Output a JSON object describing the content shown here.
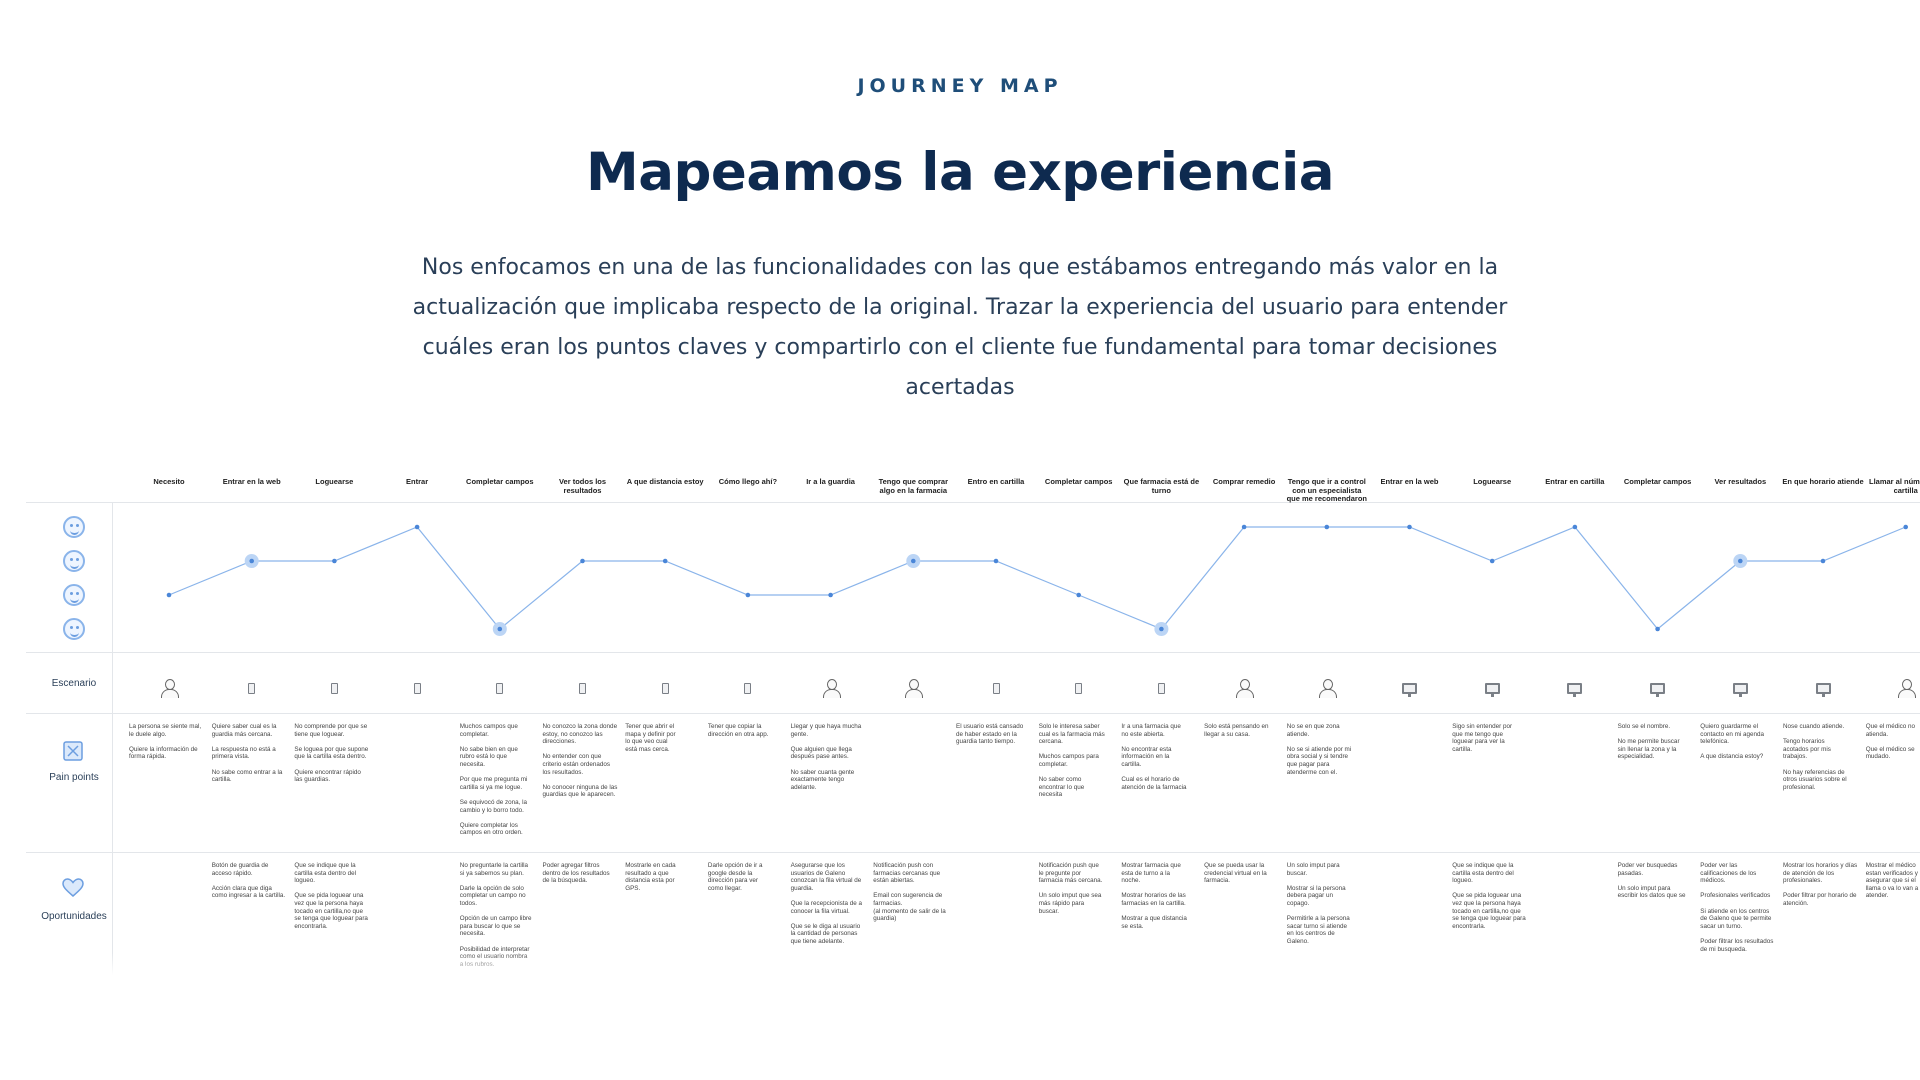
{
  "header": {
    "eyebrow": "JOURNEY MAP",
    "title": "Mapeamos la experiencia",
    "intro": "Nos enfocamos en una de las funcionalidades con las que estábamos entregando más valor en la actualización que implicaba respecto de la original. Trazar la experiencia del usuario para entender cuáles eran los puntos claves y compartirlo con el cliente fue fundamental para tomar decisiones acertadas"
  },
  "map": {
    "row_labels": {
      "scenario": "Escenario",
      "pain_points": "Pain points",
      "opportunities": "Oportunidades"
    },
    "emotion_icons": [
      "very-happy-face-icon",
      "neutral-face-icon",
      "worried-face-icon",
      "sad-face-icon"
    ],
    "steps": [
      {
        "label": "Necesito",
        "emotion": 3,
        "highlight": false,
        "scenario": "person-icon",
        "pain": "La persona se siente mal,\nle duele algo.\n\nQuiere la información de\nforma rápida.",
        "opp": ""
      },
      {
        "label": "Entrar en la web",
        "emotion": 2,
        "highlight": true,
        "scenario": "phone-icon",
        "pain": "Quiere saber cual es la\nguardia más cercana.\n\nLa respuesta no está a\nprimera vista.\n\nNo sabe como entrar a la\ncartilla.",
        "opp": "Botón de guardia de\nacceso rápido.\n\nAcción clara que diga\ncomo ingresar a la cartilla."
      },
      {
        "label": "Loguearse",
        "emotion": 2,
        "highlight": false,
        "scenario": "phone-icon",
        "pain": "No comprende por que se\ntiene que loguear.\n\nSe loguea por que supone\nque la cartilla esta dentro.\n\nQuiere encontrar rápido\nlas guardias.",
        "opp": "Que se indique que la\ncartilla esta dentro del\nlogueo.\n\nQue se pida loguear una\nvez que la persona haya\ntocado en cartilla,no que\nse tenga que loguear para\nencontrarla."
      },
      {
        "label": "Entrar",
        "emotion": 1,
        "highlight": false,
        "scenario": "phone-icon",
        "pain": "",
        "opp": ""
      },
      {
        "label": "Completar campos",
        "emotion": 4,
        "highlight": true,
        "scenario": "phone-icon",
        "pain": "Muchos campos que\ncompletar.\n\nNo sabe bien en que\nrubro está lo que\nnecesita.\n\nPor que me pregunta mi\ncartilla si ya me logue.\n\nSe equivocó de zona, la\ncambio y lo borro todo.\n\nQuiere completar los\ncampos en otro orden.",
        "opp": "No preguntarle la cartilla\nsi ya sabemos su plan.\n\nDarle la opción de solo\ncompletar un campo no\ntodos.\n\nOpción de un campo libre\npara buscar lo que se\nnecesita.\n\nPosibilidad de interpretar\ncomo el usuario nombra\na los rubros."
      },
      {
        "label": "Ver todos los resultados",
        "emotion": 2,
        "highlight": false,
        "scenario": "phone-icon",
        "pain": "No conozco la zona donde\nestoy, no conozco las\ndirecciones.\n\nNo entender con que\ncriterio están ordenados\nlos resultados.\n\nNo conocer ninguna de las\nguardias que le aparecen.",
        "opp": "Poder agregar filtros\ndentro de los resultados\nde la búsqueda."
      },
      {
        "label": "A que distancia estoy",
        "emotion": 2,
        "highlight": false,
        "scenario": "phone-icon",
        "pain": "Tener que abrir el\nmapa y definir por\nlo que veo cual\nestá mas cerca.",
        "opp": "Mostrarle en cada\nresultado a que\ndistancia esta por\nGPS."
      },
      {
        "label": "Cómo llego ahí?",
        "emotion": 3,
        "highlight": false,
        "scenario": "phone-icon",
        "pain": "Tener que copiar la\ndirección en otra app.",
        "opp": "Darle opción de ir a\ngoogle desde la\ndirección para ver\ncomo llegar."
      },
      {
        "label": "Ir a la guardia",
        "emotion": 3,
        "highlight": false,
        "scenario": "person-icon",
        "pain": "Llegar y que haya mucha\ngente.\n\nQue alguien que llega\ndespués pase antes.\n\nNo saber cuanta gente\nexactamente tengo\nadelante.",
        "opp": "Asegurarse que los\nusuarios de Galeno\nconozcan la fila virtual de\nguardia.\n\nQue la recepcionista de a\nconocer la fila virtual.\n\nQue se le diga al usuario\nla cantidad de personas\nque tiene adelante."
      },
      {
        "label": "Tengo que comprar algo en la farmacia",
        "emotion": 2,
        "highlight": true,
        "scenario": "person-icon",
        "pain": "",
        "opp": "Notificación push con\nfarmacias cercanas que\nestán abiertas.\n\nEmail con sugerencia de\nfarmacias.\n (al momento de salir de la\nguardia)"
      },
      {
        "label": "Entro en cartilla",
        "emotion": 2,
        "highlight": false,
        "scenario": "phone-icon",
        "pain": "El usuario está cansado\nde haber estado en la\nguardia tanto tiempo.",
        "opp": ""
      },
      {
        "label": "Completar campos",
        "emotion": 3,
        "highlight": false,
        "scenario": "phone-icon",
        "pain": "Solo le interesa saber\ncual es la farmacia más\ncercana.\n\nMuchos campos para\ncompletar.\n\nNo saber como\nencontrar lo que\nnecesita",
        "opp": "Notificación push que\nle pregunte por\nfarmacia más cercana.\n\nUn solo imput que sea\nmás rápido para\nbuscar."
      },
      {
        "label": "Que farmacia está de turno",
        "emotion": 4,
        "highlight": true,
        "scenario": "phone-icon",
        "pain": "Ir a una farmacia que\nno este abierta.\n\nNo encontrar esta\ninformación en la\ncartilla.\n\nCual es el horario de\natención de la farmacia",
        "opp": "Mostrar farmacia que\nesta de turno a la\nnoche.\n\nMostrar horarios de las\nfarmacias en la cartilla.\n\nMostrar a que distancia\nse esta."
      },
      {
        "label": "Comprar remedio",
        "emotion": 1,
        "highlight": false,
        "scenario": "person-icon",
        "pain": "Solo está pensando en\nllegar a su casa.",
        "opp": "Que se pueda usar la\ncredencial virtual en la\nfarmacia."
      },
      {
        "label": "Tengo que ir a control con un especialista que me recomendaron",
        "emotion": 1,
        "highlight": false,
        "scenario": "person-icon",
        "pain": "No se en que zona\natiende.\n\nNo se si atiende por mi\nobra social y si tendre\nque pagar para\natenderme con el.",
        "opp": "Un solo imput para\nbuscar.\n\nMostrar si la persona\ndebera pagar un\ncopago.\n\nPermitirle a la persona\nsacar turno si atiende\nen los centros de\nGaleno."
      },
      {
        "label": "Entrar en la web",
        "emotion": 1,
        "highlight": false,
        "scenario": "desktop-icon",
        "pain": "",
        "opp": ""
      },
      {
        "label": "Loguearse",
        "emotion": 2,
        "highlight": false,
        "scenario": "desktop-icon",
        "pain": "Sigo sin entender por\nque me tengo que\nloguear para ver la\ncartilla.",
        "opp": "Que se indique que la\ncartilla esta dentro del\nlogueo.\n\nQue se pida loguear una\nvez que la persona haya\ntocado en cartilla,no que\nse tenga que loguear para\nencontrarla."
      },
      {
        "label": "Entrar en cartilla",
        "emotion": 1,
        "highlight": false,
        "scenario": "desktop-icon",
        "pain": "",
        "opp": ""
      },
      {
        "label": "Completar campos",
        "emotion": 4,
        "highlight": false,
        "scenario": "desktop-icon",
        "pain": "Solo se el nombre.\n\nNo me permite buscar\nsin llenar la zona y la\nespecialidad.",
        "opp": "Poder ver busquedas\npasadas.\n\nUn solo imput para\nescribir los datos que se"
      },
      {
        "label": "Ver resultados",
        "emotion": 2,
        "highlight": true,
        "scenario": "desktop-icon",
        "pain": "Quiero guardarme el\ncontacto en mi agenda\ntelefónica.\n\nA que distancia estoy?",
        "opp": "Poder ver las\ncalificaciones de los\nmédicos.\n\nProfesionales verificados\n\nSi atiende en los centros\nde Galeno que te permite\nsacar un turno.\n\nPoder filtrar los resultados\nde mi busqueda."
      },
      {
        "label": "En que horario atiende",
        "emotion": 2,
        "highlight": false,
        "scenario": "desktop-icon",
        "pain": "Nose cuando atiende.\n\nTengo horarios\nacotados por mis\ntrabajos.\n\nNo hay referencias de\notros usuarios sobre el\nprofesional.",
        "opp": "Mostrar los horarios y días\nde atención de los\nprofesionales.\n\nPoder filtrar por horario de\natención."
      },
      {
        "label": "Llamar al número de cartilla",
        "emotion": 1,
        "highlight": false,
        "scenario": "person-icon",
        "pain": "Que el médico no\natienda.\n\nQue el médico se\nmudado.",
        "opp": "Mostrar el médico\nestan verificados y\nasegurar que si el\nllama o va lo van a\natender."
      }
    ]
  }
}
